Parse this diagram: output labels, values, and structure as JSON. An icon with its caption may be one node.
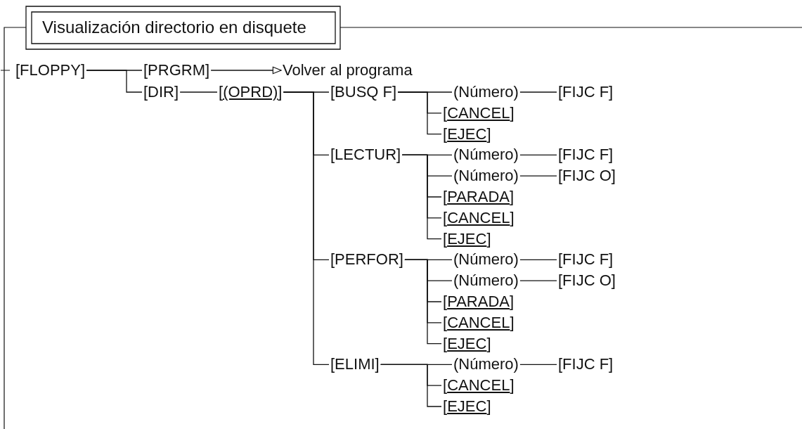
{
  "diagram": {
    "title": "Visualización directorio en disquete",
    "nodes": [
      {
        "text": [
          "[FLOPPY]"
        ]
      },
      {
        "text": [
          "[PRGRM]"
        ]
      },
      {
        "text": [
          "Volver al programa"
        ]
      },
      {
        "text": [
          "[DIR]"
        ]
      },
      {
        "text": [
          "[(OPRD)]"
        ]
      },
      {
        "text": [
          "[BUSQ F]"
        ]
      },
      {
        "text": [
          "(Número)"
        ]
      },
      {
        "text": [
          "[FIJC F]"
        ]
      },
      {
        "text": [
          "[CANCEL]"
        ]
      },
      {
        "text": [
          "[EJEC]"
        ]
      },
      {
        "text": [
          "[LECTUR]"
        ]
      },
      {
        "text": [
          "(Número)"
        ]
      },
      {
        "text": [
          "[FIJC F]"
        ]
      },
      {
        "text": [
          "(Número)"
        ]
      },
      {
        "text": [
          "[FIJC O]"
        ]
      },
      {
        "text": [
          "[PARADA]"
        ]
      },
      {
        "text": [
          "[CANCEL]"
        ]
      },
      {
        "text": [
          "[EJEC]"
        ]
      },
      {
        "text": [
          "[PERFOR]"
        ]
      },
      {
        "text": [
          "(Número)"
        ]
      },
      {
        "text": [
          "[FIJC F]"
        ]
      },
      {
        "text": [
          "(Número)"
        ]
      },
      {
        "text": [
          "[FIJC O]"
        ]
      },
      {
        "text": [
          "[PARADA]"
        ]
      },
      {
        "text": [
          "[CANCEL]"
        ]
      },
      {
        "text": [
          "[EJEC]"
        ]
      },
      {
        "text": [
          "[ELIMI]"
        ]
      },
      {
        "text": [
          "(Número)"
        ]
      },
      {
        "text": [
          "[FIJC F]"
        ]
      },
      {
        "text": [
          "[CANCEL]"
        ]
      },
      {
        "text": [
          "[EJEC]"
        ]
      }
    ],
    "edges": [
      {
        "from": 0,
        "to": 1,
        "arrow": "none"
      },
      {
        "from": 0,
        "to": 3,
        "arrow": "none"
      },
      {
        "from": 1,
        "to": 2,
        "arrow": "to"
      },
      {
        "from": 3,
        "to": 4,
        "arrow": "none"
      },
      {
        "from": 4,
        "to": 5,
        "arrow": "none"
      },
      {
        "from": 4,
        "to": 10,
        "arrow": "none"
      },
      {
        "from": 4,
        "to": 18,
        "arrow": "none"
      },
      {
        "from": 4,
        "to": 26,
        "arrow": "none"
      },
      {
        "from": 5,
        "to": 6,
        "arrow": "none"
      },
      {
        "from": 5,
        "to": 8,
        "arrow": "none"
      },
      {
        "from": 5,
        "to": 9,
        "arrow": "none"
      },
      {
        "from": 6,
        "to": 7,
        "arrow": "none"
      },
      {
        "from": 10,
        "to": 11,
        "arrow": "none"
      },
      {
        "from": 10,
        "to": 13,
        "arrow": "none"
      },
      {
        "from": 10,
        "to": 15,
        "arrow": "none"
      },
      {
        "from": 10,
        "to": 16,
        "arrow": "none"
      },
      {
        "from": 10,
        "to": 17,
        "arrow": "none"
      },
      {
        "from": 11,
        "to": 12,
        "arrow": "none"
      },
      {
        "from": 13,
        "to": 14,
        "arrow": "none"
      },
      {
        "from": 18,
        "to": 19,
        "arrow": "none"
      },
      {
        "from": 18,
        "to": 21,
        "arrow": "none"
      },
      {
        "from": 18,
        "to": 23,
        "arrow": "none"
      },
      {
        "from": 18,
        "to": 24,
        "arrow": "none"
      },
      {
        "from": 18,
        "to": 25,
        "arrow": "none"
      },
      {
        "from": 19,
        "to": 20,
        "arrow": "none"
      },
      {
        "from": 21,
        "to": 22,
        "arrow": "none"
      },
      {
        "from": 26,
        "to": 27,
        "arrow": "none"
      },
      {
        "from": 26,
        "to": 29,
        "arrow": "none"
      },
      {
        "from": 26,
        "to": 30,
        "arrow": "none"
      },
      {
        "from": 27,
        "to": 28,
        "arrow": "none"
      }
    ]
  }
}
